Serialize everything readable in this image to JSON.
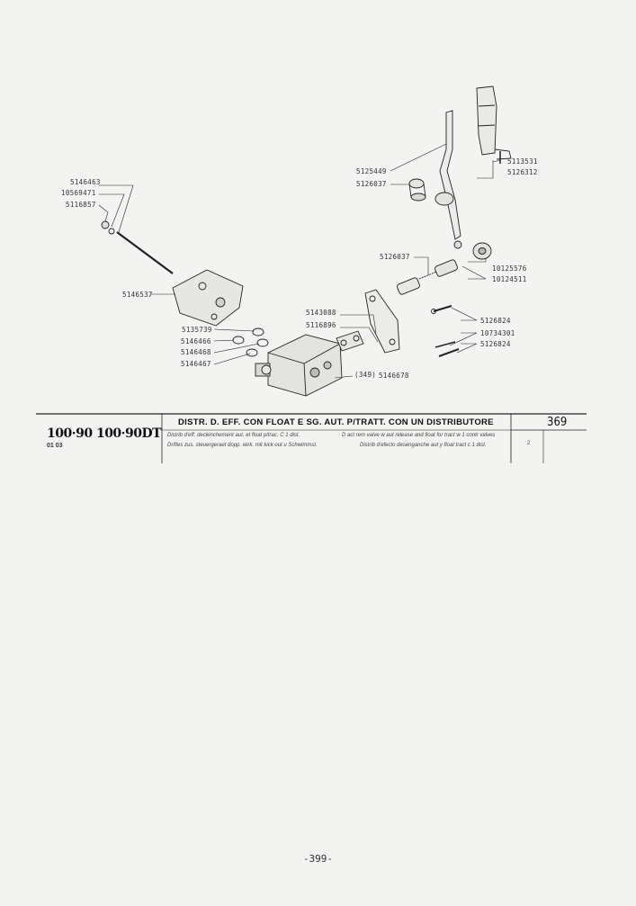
{
  "diagram": {
    "part_numbers": [
      "5146463",
      "10569471",
      "5116857",
      "5146537",
      "5135739",
      "5146466",
      "5146468",
      "5146467",
      "5125449",
      "5126037",
      "5113531",
      "5126312",
      "5126037",
      "10125576",
      "10124511",
      "5143088",
      "5116896",
      "5126824",
      "10734301",
      "5126824",
      "(349)",
      "5146678"
    ]
  },
  "title_block": {
    "models": "100·90 100·90DT",
    "date_code": "01 03",
    "title": "DISTR. D. EFF. CON FLOAT E SG. AUT. P/TRATT. CON UN DISTRIBUTORE",
    "subtitles": [
      "Distrib d'eff. declenchement aut. et float p/trac. C 1 dist.",
      "D act rem valve w aut release and float for tract w 1 contr valves",
      "Driftes zus. steuergeraet dopp. wirk. mit kick out u Schwimmst.",
      "Distrib d'efecto desenganche aut y float tract c 1 dist."
    ],
    "page_number": "369",
    "sheet": "2"
  },
  "footer": {
    "page_label": "-399-"
  }
}
